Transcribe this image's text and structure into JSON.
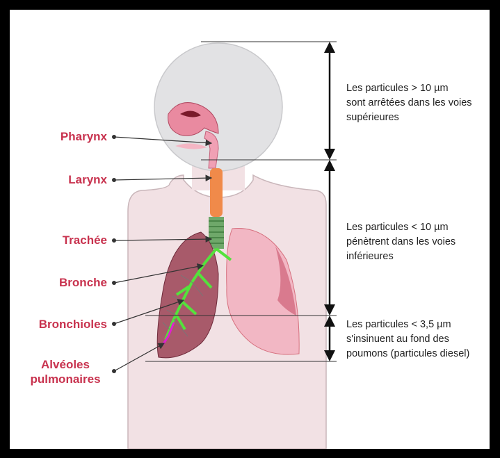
{
  "labels": {
    "pharynx": "Pharynx",
    "larynx": "Larynx",
    "trachea": "Trachée",
    "bronchus": "Bronche",
    "bronchioles": "Bronchioles",
    "alveoli": "Alvéoles pulmonaires"
  },
  "notes": {
    "upper": "Les particules > 10 µm\nsont arrêtées dans les voies\nsupérieures",
    "lower": "Les particules < 10 µm\npénètrent dans les voies\ninférieures",
    "deep": "Les particules < 3,5 µm\ns'insinuent au fond des\npoumons (particules diesel)"
  },
  "colors": {
    "label_text": "#c8324e",
    "body_fill": "#f2e1e4",
    "head_fill": "#e2e2e4",
    "lung_left": "#a85a6a",
    "lung_right": "#f2b7c4",
    "trachea": "#6fa86a",
    "larynx": "#f08a4a",
    "bronchi": "#54e23c",
    "alveoli": "#e020d0"
  }
}
